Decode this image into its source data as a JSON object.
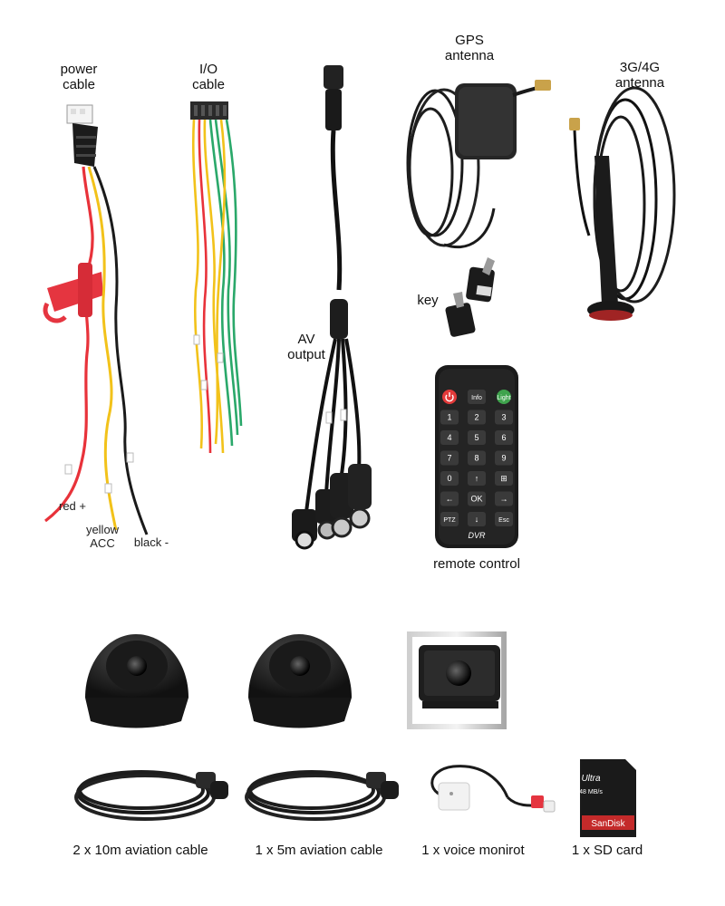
{
  "labels": {
    "power_cable": "power\ncable",
    "io_cable": "I/O\ncable",
    "gps_antenna": "GPS\nantenna",
    "antenna_3g4g": "3G/4G\nantenna",
    "key": "key",
    "av_output": "AV\noutput",
    "red": "red +",
    "yellow": "yellow\nACC",
    "black": "black -",
    "remote_control": "remote control"
  },
  "remote": {
    "brand": "DVR",
    "keys": [
      [
        "",
        "Info",
        "Light"
      ],
      [
        "1",
        "2",
        "3"
      ],
      [
        "4",
        "5",
        "6"
      ],
      [
        "7",
        "8",
        "9"
      ],
      [
        "0",
        "↑",
        "⊞"
      ],
      [
        "←",
        "OK",
        "→"
      ],
      [
        "PTZ",
        "↓",
        "Esc"
      ]
    ]
  },
  "accessories": [
    "2 x 10m aviation cable",
    "1 x 5m aviation cable",
    "1 x voice monirot",
    "1 x SD card"
  ],
  "sdcard": {
    "brand": "SanDisk",
    "line": "Ultra",
    "capacity": "48 MB/s"
  },
  "colors": {
    "wire_red": "#e8323a",
    "wire_yellow": "#f2c21a",
    "wire_black": "#1a1a1a",
    "wire_green": "#2aa86a",
    "fuse_red": "#e53540",
    "remote_body": "#1b1b1b",
    "power_key": "#e23a3a",
    "light_key": "#3fa34d"
  }
}
